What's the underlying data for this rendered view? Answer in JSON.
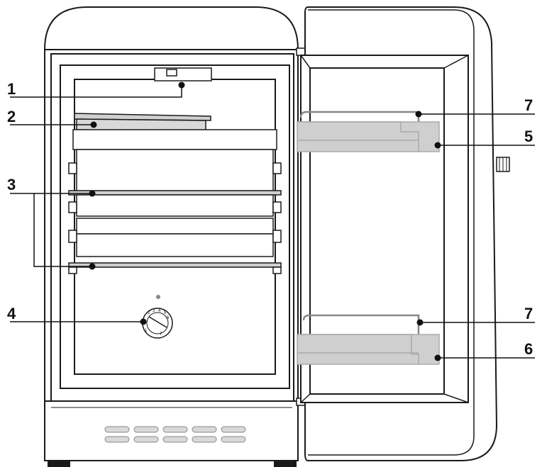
{
  "callouts": [
    {
      "id": "1",
      "label": "1"
    },
    {
      "id": "2",
      "label": "2"
    },
    {
      "id": "3",
      "label": "3"
    },
    {
      "id": "4",
      "label": "4"
    },
    {
      "id": "5",
      "label": "5"
    },
    {
      "id": "6",
      "label": "6"
    },
    {
      "id": "7a",
      "label": "7"
    },
    {
      "id": "7b",
      "label": "7"
    }
  ],
  "thermostat": {
    "dial_marks": [
      "1",
      "2",
      "3",
      "4",
      "5",
      "6",
      "7"
    ]
  },
  "colors": {
    "outline": "#1a1a1a",
    "shelf_fill": "#d0d0d0",
    "door_bin_fill": "#cfcfcf",
    "grille_slot": "#d9d9d9",
    "dot": "#111111"
  }
}
